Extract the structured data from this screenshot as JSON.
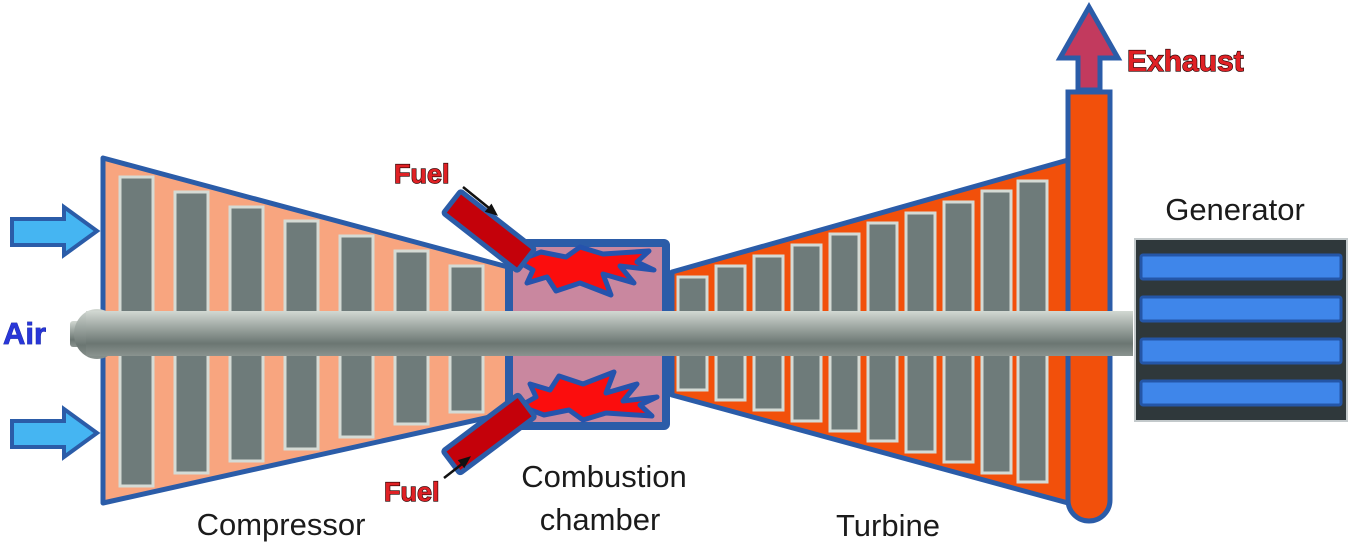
{
  "title": "Gas turbine engine schematic",
  "labels": {
    "air": "Air",
    "fuel_top": "Fuel",
    "fuel_bottom": "Fuel",
    "exhaust": "Exhaust",
    "compressor": "Compressor",
    "combustion_chamber_line1": "Combustion",
    "combustion_chamber_line2": "chamber",
    "turbine": "Turbine",
    "generator": "Generator"
  },
  "colors": {
    "outline_blue": "#2b5ca8",
    "compressor_fill": "#f8a57f",
    "blade_fill": "#6e7b7a",
    "blade_outline": "#d5dbd5",
    "combustion_chamber_fill": "#c9879f",
    "flame_red": "#fb0d0d",
    "flame_outline": "#2553ad",
    "fuel_injector_red": "#c4010a",
    "turbine_fill": "#f2500b",
    "exhaust_pipe_fill": "#f2500b",
    "exhaust_arrow_fill": "#c23a5e",
    "air_arrow_fill": "#45b5f2",
    "shaft_light": "#d2d8d2",
    "shaft_dark": "#6b7672",
    "generator_body": "#2f383b",
    "generator_stripe": "#3f86ea",
    "generator_stripe_border": "#2456a8",
    "label_text": "#1b1b1b",
    "air_text": "#2937d8",
    "fuel_text": "#e02125",
    "exhaust_text": "#e02125",
    "pointer_arrow_black": "#111111"
  },
  "components": {
    "compressor_blade_count": 7,
    "turbine_blade_count": 10,
    "generator_stripe_count": 4,
    "air_arrow_count": 2,
    "fuel_injector_count": 2
  }
}
